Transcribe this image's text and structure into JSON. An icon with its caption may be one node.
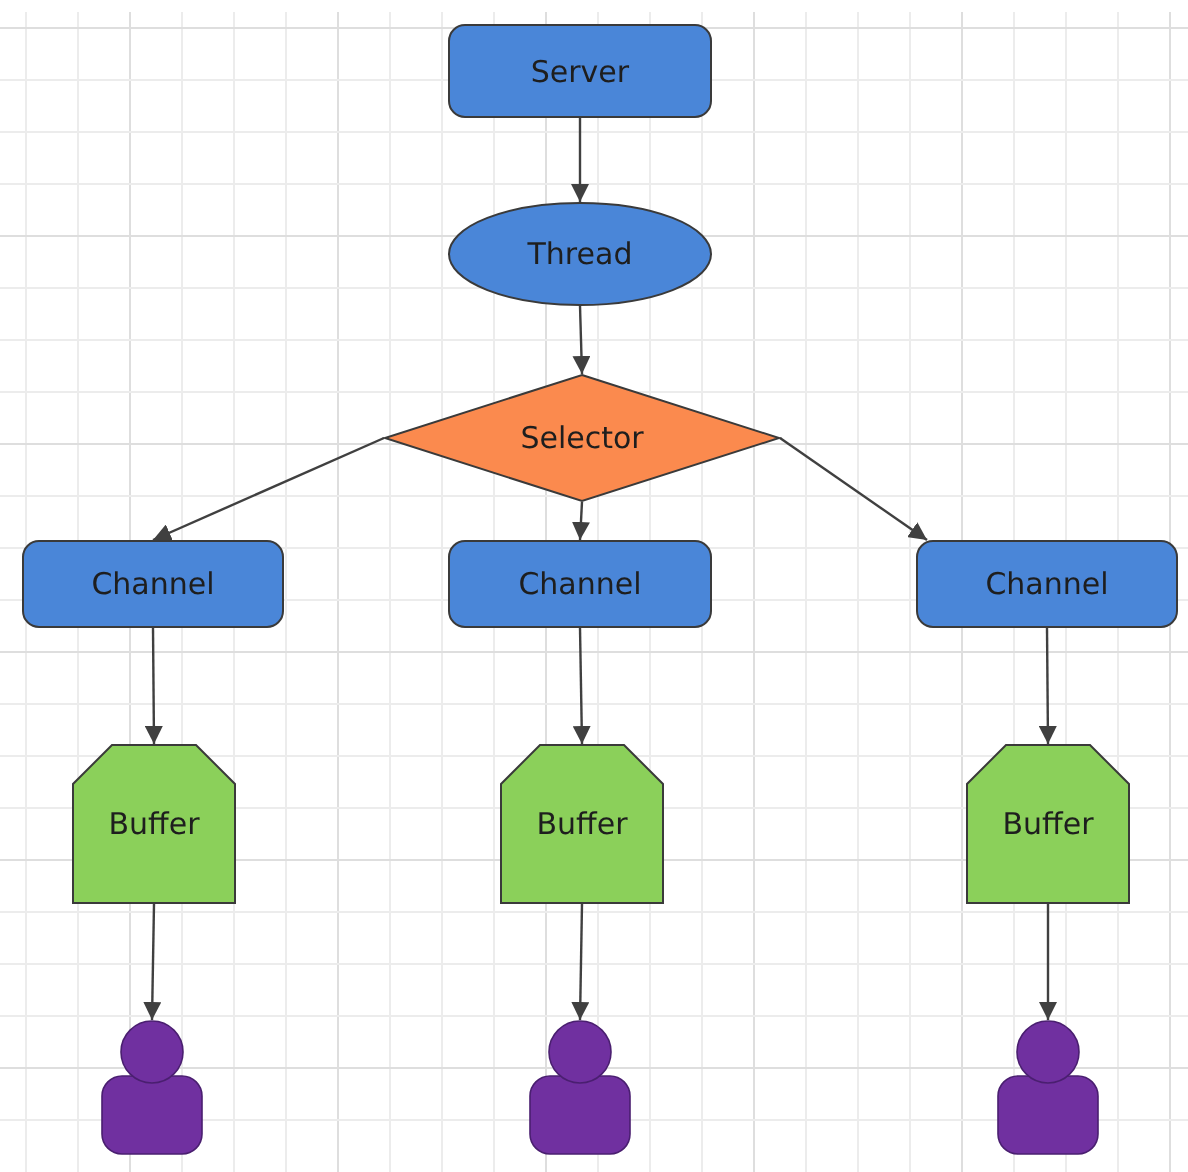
{
  "diagram": {
    "nodes": [
      {
        "text": [
          "Server"
        ]
      },
      {
        "text": [
          "Thread"
        ]
      },
      {
        "text": [
          "Selector"
        ]
      },
      {
        "text": [
          "Channel"
        ]
      },
      {
        "text": [
          "Channel"
        ]
      },
      {
        "text": [
          "Channel"
        ]
      },
      {
        "text": [
          "Buffer"
        ]
      },
      {
        "text": [
          "Buffer"
        ]
      },
      {
        "text": [
          "Buffer"
        ]
      },
      {
        "text": [],
        "shape": "person"
      },
      {
        "text": [],
        "shape": "person"
      },
      {
        "text": [],
        "shape": "person"
      }
    ],
    "edges": [
      {
        "from": 0,
        "to": 1,
        "arrow": "to"
      },
      {
        "from": 1,
        "to": 2,
        "arrow": "to"
      },
      {
        "from": 2,
        "to": 3,
        "arrow": "to"
      },
      {
        "from": 2,
        "to": 4,
        "arrow": "to"
      },
      {
        "from": 2,
        "to": 5,
        "arrow": "to"
      },
      {
        "from": 3,
        "to": 6,
        "arrow": "to"
      },
      {
        "from": 4,
        "to": 7,
        "arrow": "to"
      },
      {
        "from": 5,
        "to": 8,
        "arrow": "to"
      },
      {
        "from": 6,
        "to": 9,
        "arrow": "to"
      },
      {
        "from": 7,
        "to": 10,
        "arrow": "to"
      },
      {
        "from": 8,
        "to": 11,
        "arrow": "to"
      }
    ]
  }
}
